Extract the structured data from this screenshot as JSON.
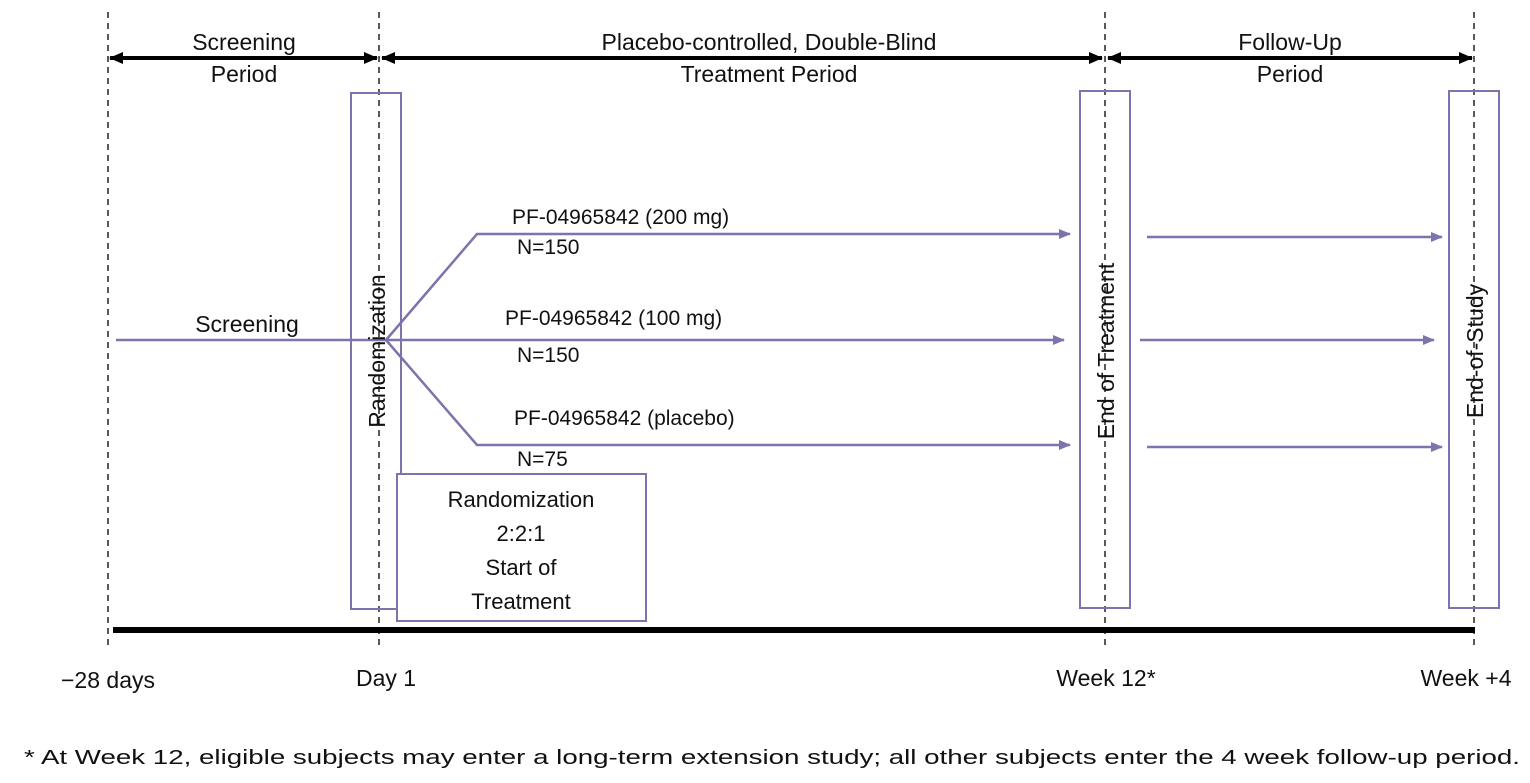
{
  "colors": {
    "line": "#7b74ad",
    "axis": "#000000",
    "text": "#111111"
  },
  "periods": {
    "screening": [
      "Screening",
      "Period"
    ],
    "treatment": [
      "Placebo-controlled, Double-Blind",
      "Treatment Period"
    ],
    "followup": [
      "Follow-Up",
      "Period"
    ]
  },
  "screening_label": "Screening",
  "arms": [
    {
      "drug": "PF-04965842 (200 mg)",
      "n": "N=150"
    },
    {
      "drug": "PF-04965842 (100 mg)",
      "n": "N=150"
    },
    {
      "drug": "PF-04965842 (placebo)",
      "n": "N=75"
    }
  ],
  "vertical_boxes": {
    "randomization": "Randomization",
    "end_of_treatment": "End of Treatment",
    "end_of_study": "End-of-Study"
  },
  "randomization_box": [
    "Randomization",
    "2:2:1",
    "Start of",
    "Treatment"
  ],
  "timepoints": [
    "−28 days",
    "Day 1",
    "Week 12*",
    "Week +4"
  ],
  "footnote": "* At Week 12, eligible subjects may enter a long-term extension study; all other subjects enter the 4 week follow-up period."
}
